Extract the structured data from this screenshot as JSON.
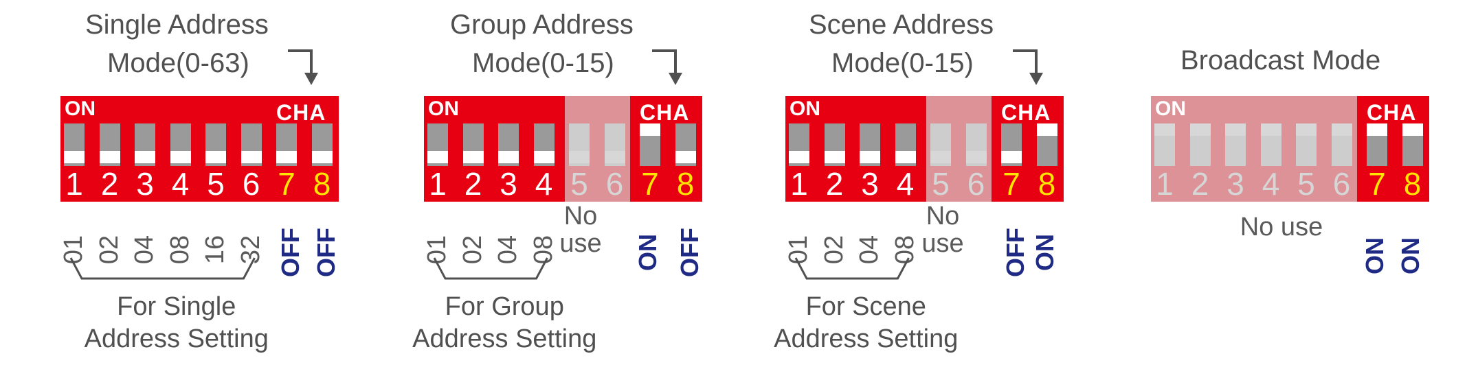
{
  "on_label": "ON",
  "cha_label": "CHA",
  "switch_numbers": [
    "1",
    "2",
    "3",
    "4",
    "5",
    "6",
    "7",
    "8"
  ],
  "panels": [
    {
      "id": "single",
      "title_line1": "Single Address",
      "title_line2": "Mode(0-63)",
      "weights": [
        "01",
        "02",
        "04",
        "08",
        "16",
        "32"
      ],
      "ch_states": [
        "OFF",
        "OFF"
      ],
      "no_use": "",
      "caption_line1": "For Single",
      "caption_line2": "Address Setting",
      "knobs": [
        "down",
        "down",
        "down",
        "down",
        "down",
        "down",
        "down",
        "down"
      ]
    },
    {
      "id": "group",
      "title_line1": "Group Address",
      "title_line2": "Mode(0-15)",
      "weights": [
        "01",
        "02",
        "04",
        "08"
      ],
      "ch_states": [
        "ON",
        "OFF"
      ],
      "no_use": "No use",
      "caption_line1": "For Group",
      "caption_line2": "Address Setting",
      "knobs": [
        "down",
        "down",
        "down",
        "down",
        "down",
        "down",
        "up",
        "down"
      ]
    },
    {
      "id": "scene",
      "title_line1": "Scene Address",
      "title_line2": "Mode(0-15)",
      "weights": [
        "01",
        "02",
        "04",
        "08"
      ],
      "ch_states": [
        "OFF",
        "ON"
      ],
      "no_use": "No use",
      "caption_line1": "For Scene",
      "caption_line2": "Address Setting",
      "knobs": [
        "down",
        "down",
        "down",
        "down",
        "down",
        "down",
        "down",
        "up"
      ]
    },
    {
      "id": "broadcast",
      "title_line1": "Broadcast Mode",
      "title_line2": "",
      "weights": [],
      "ch_states": [
        "ON",
        "ON"
      ],
      "no_use": "No use",
      "caption_line1": "",
      "caption_line2": "",
      "knobs": [
        "up",
        "up",
        "up",
        "up",
        "up",
        "up",
        "up",
        "up"
      ]
    }
  ],
  "colors": {
    "dip_red": "#e60012",
    "channel_yellow": "#ffe500",
    "state_blue": "#1e2a84",
    "text_gray": "#505050"
  }
}
